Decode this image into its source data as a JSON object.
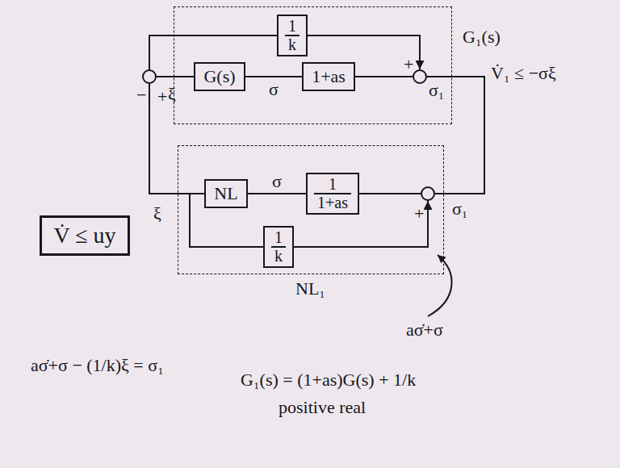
{
  "diagram": {
    "nodes": [
      {
        "text": [
          "G₁(s)"
        ]
      },
      {
        "text": [
          "1",
          "k"
        ],
        "in": 0
      },
      {
        "text": [
          "G(s)"
        ],
        "in": 0
      },
      {
        "text": [
          "1+as"
        ],
        "in": 0
      },
      {
        "text": [
          "+"
        ],
        "in": 0
      },
      {
        "text": [
          "+",
          "−"
        ]
      },
      {
        "text": [
          "NL₁"
        ]
      },
      {
        "text": [
          "NL"
        ],
        "in": 6
      },
      {
        "text": [
          "1",
          "1+as"
        ],
        "in": 6
      },
      {
        "text": [
          "1",
          "k"
        ],
        "in": 6
      },
      {
        "text": [
          "+"
        ],
        "in": 6
      },
      {
        "text": [
          "V̇ ≤ uy"
        ]
      }
    ],
    "edges": [
      {
        "from": 5,
        "to": 2,
        "arrow": "none"
      },
      {
        "from": 5,
        "to": 1,
        "arrow": "none"
      },
      {
        "from": 1,
        "to": 4,
        "arrow": "to"
      },
      {
        "from": 2,
        "to": 3,
        "label": "σ",
        "arrow": "none"
      },
      {
        "from": 3,
        "to": 4,
        "arrow": "none"
      },
      {
        "from": 4,
        "to": 10,
        "arrow": "none"
      },
      {
        "from": 7,
        "to": 8,
        "label": "σ",
        "arrow": "none"
      },
      {
        "from": 8,
        "to": 10,
        "arrow": "none"
      },
      {
        "from": 9,
        "to": 10,
        "arrow": "to"
      },
      {
        "from": 5,
        "to": 7,
        "arrow": "none"
      },
      {
        "from": 5,
        "to": 9,
        "arrow": "none"
      }
    ],
    "labels": [
      "σ₁",
      "V̇₁ ≤ −σξ",
      "σ₁",
      "ξ",
      "ξ",
      "aσ̇+σ − (1/k)ξ = σ₁",
      "aσ̇+σ",
      "G₁(s) = (1+as)G(s) + 1/k",
      "positive real"
    ]
  }
}
